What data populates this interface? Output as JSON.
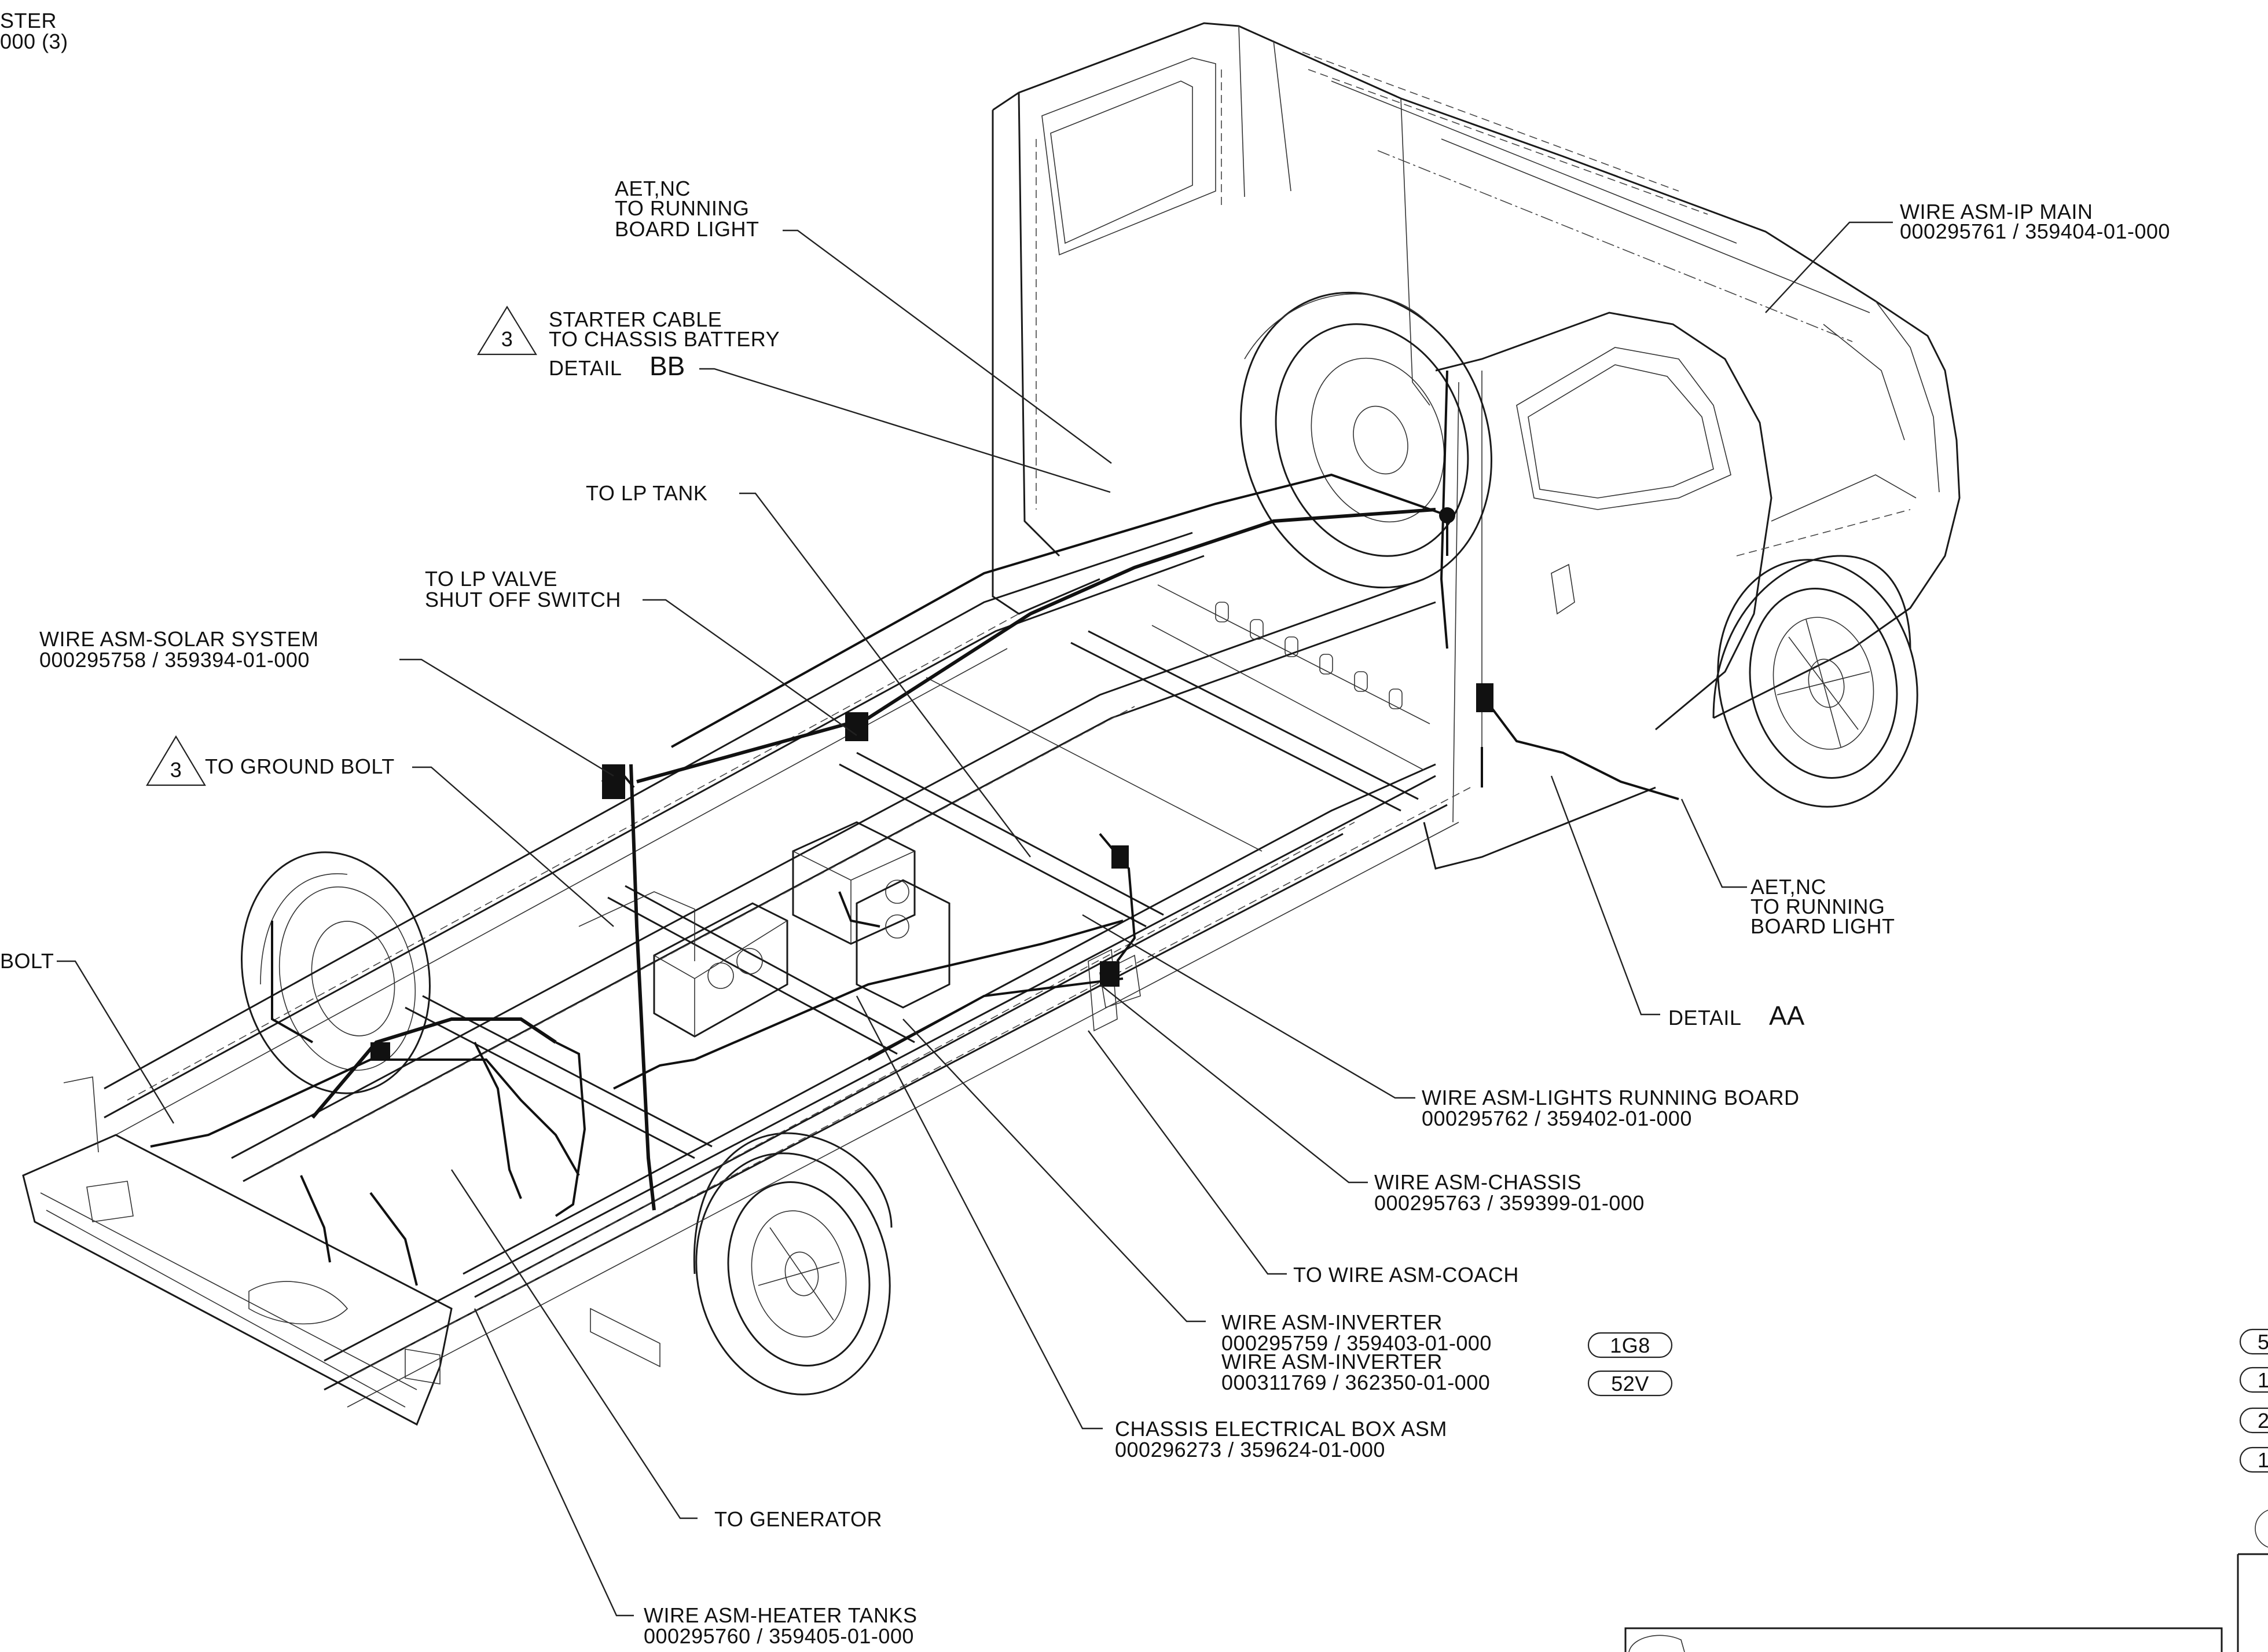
{
  "corner_label": {
    "line1": "STER",
    "line2": "000 (3)"
  },
  "callouts": {
    "aet_top": {
      "line1": "AET,NC",
      "line2": "TO RUNNING",
      "line3": "BOARD LIGHT"
    },
    "starter": {
      "line1": "STARTER CABLE",
      "line2": "TO CHASSIS BATTERY",
      "detail_word": "DETAIL",
      "detail_id": "BB",
      "flag": "3"
    },
    "lp_tank": {
      "line1": "TO LP TANK"
    },
    "lp_valve": {
      "line1": "TO LP VALVE",
      "line2": "SHUT OFF SWITCH"
    },
    "solar": {
      "line1": "WIRE ASM-SOLAR SYSTEM",
      "line2": "000295758 / 359394-01-000"
    },
    "ground_bolt": {
      "line1": "TO GROUND BOLT",
      "flag": "3"
    },
    "bolt_left": {
      "line1": "BOLT"
    },
    "ip_main": {
      "line1": "WIRE ASM-IP MAIN",
      "line2": "000295761 / 359404-01-000"
    },
    "aet_right": {
      "line1": "AET,NC",
      "line2": "TO RUNNING",
      "line3": "BOARD LIGHT"
    },
    "detail_aa": {
      "detail_word": "DETAIL",
      "detail_id": "AA"
    },
    "lights_running": {
      "line1": "WIRE ASM-LIGHTS RUNNING BOARD",
      "line2": "000295762 / 359402-01-000"
    },
    "chassis": {
      "line1": "WIRE ASM-CHASSIS",
      "line2": "000295763 / 359399-01-000"
    },
    "coach": {
      "line1": "TO WIRE ASM-COACH"
    },
    "inverter": {
      "line1": "WIRE ASM-INVERTER",
      "line2": "000295759 / 359403-01-000",
      "badge1": "1G8",
      "line3": "WIRE ASM-INVERTER",
      "line4": "000311769 / 362350-01-000",
      "badge2": "52V"
    },
    "elec_box": {
      "line1": "CHASSIS ELECTRICAL BOX ASM",
      "line2": "000296273 / 359624-01-000"
    },
    "generator": {
      "line1": "TO GENERATOR"
    },
    "heater": {
      "line1": "WIRE ASM-HEATER TANKS",
      "line2": "000295760 / 359405-01-000"
    }
  },
  "edge_tabs": {
    "t1": "5",
    "t2": "1",
    "t3": "2",
    "t4": "1"
  }
}
